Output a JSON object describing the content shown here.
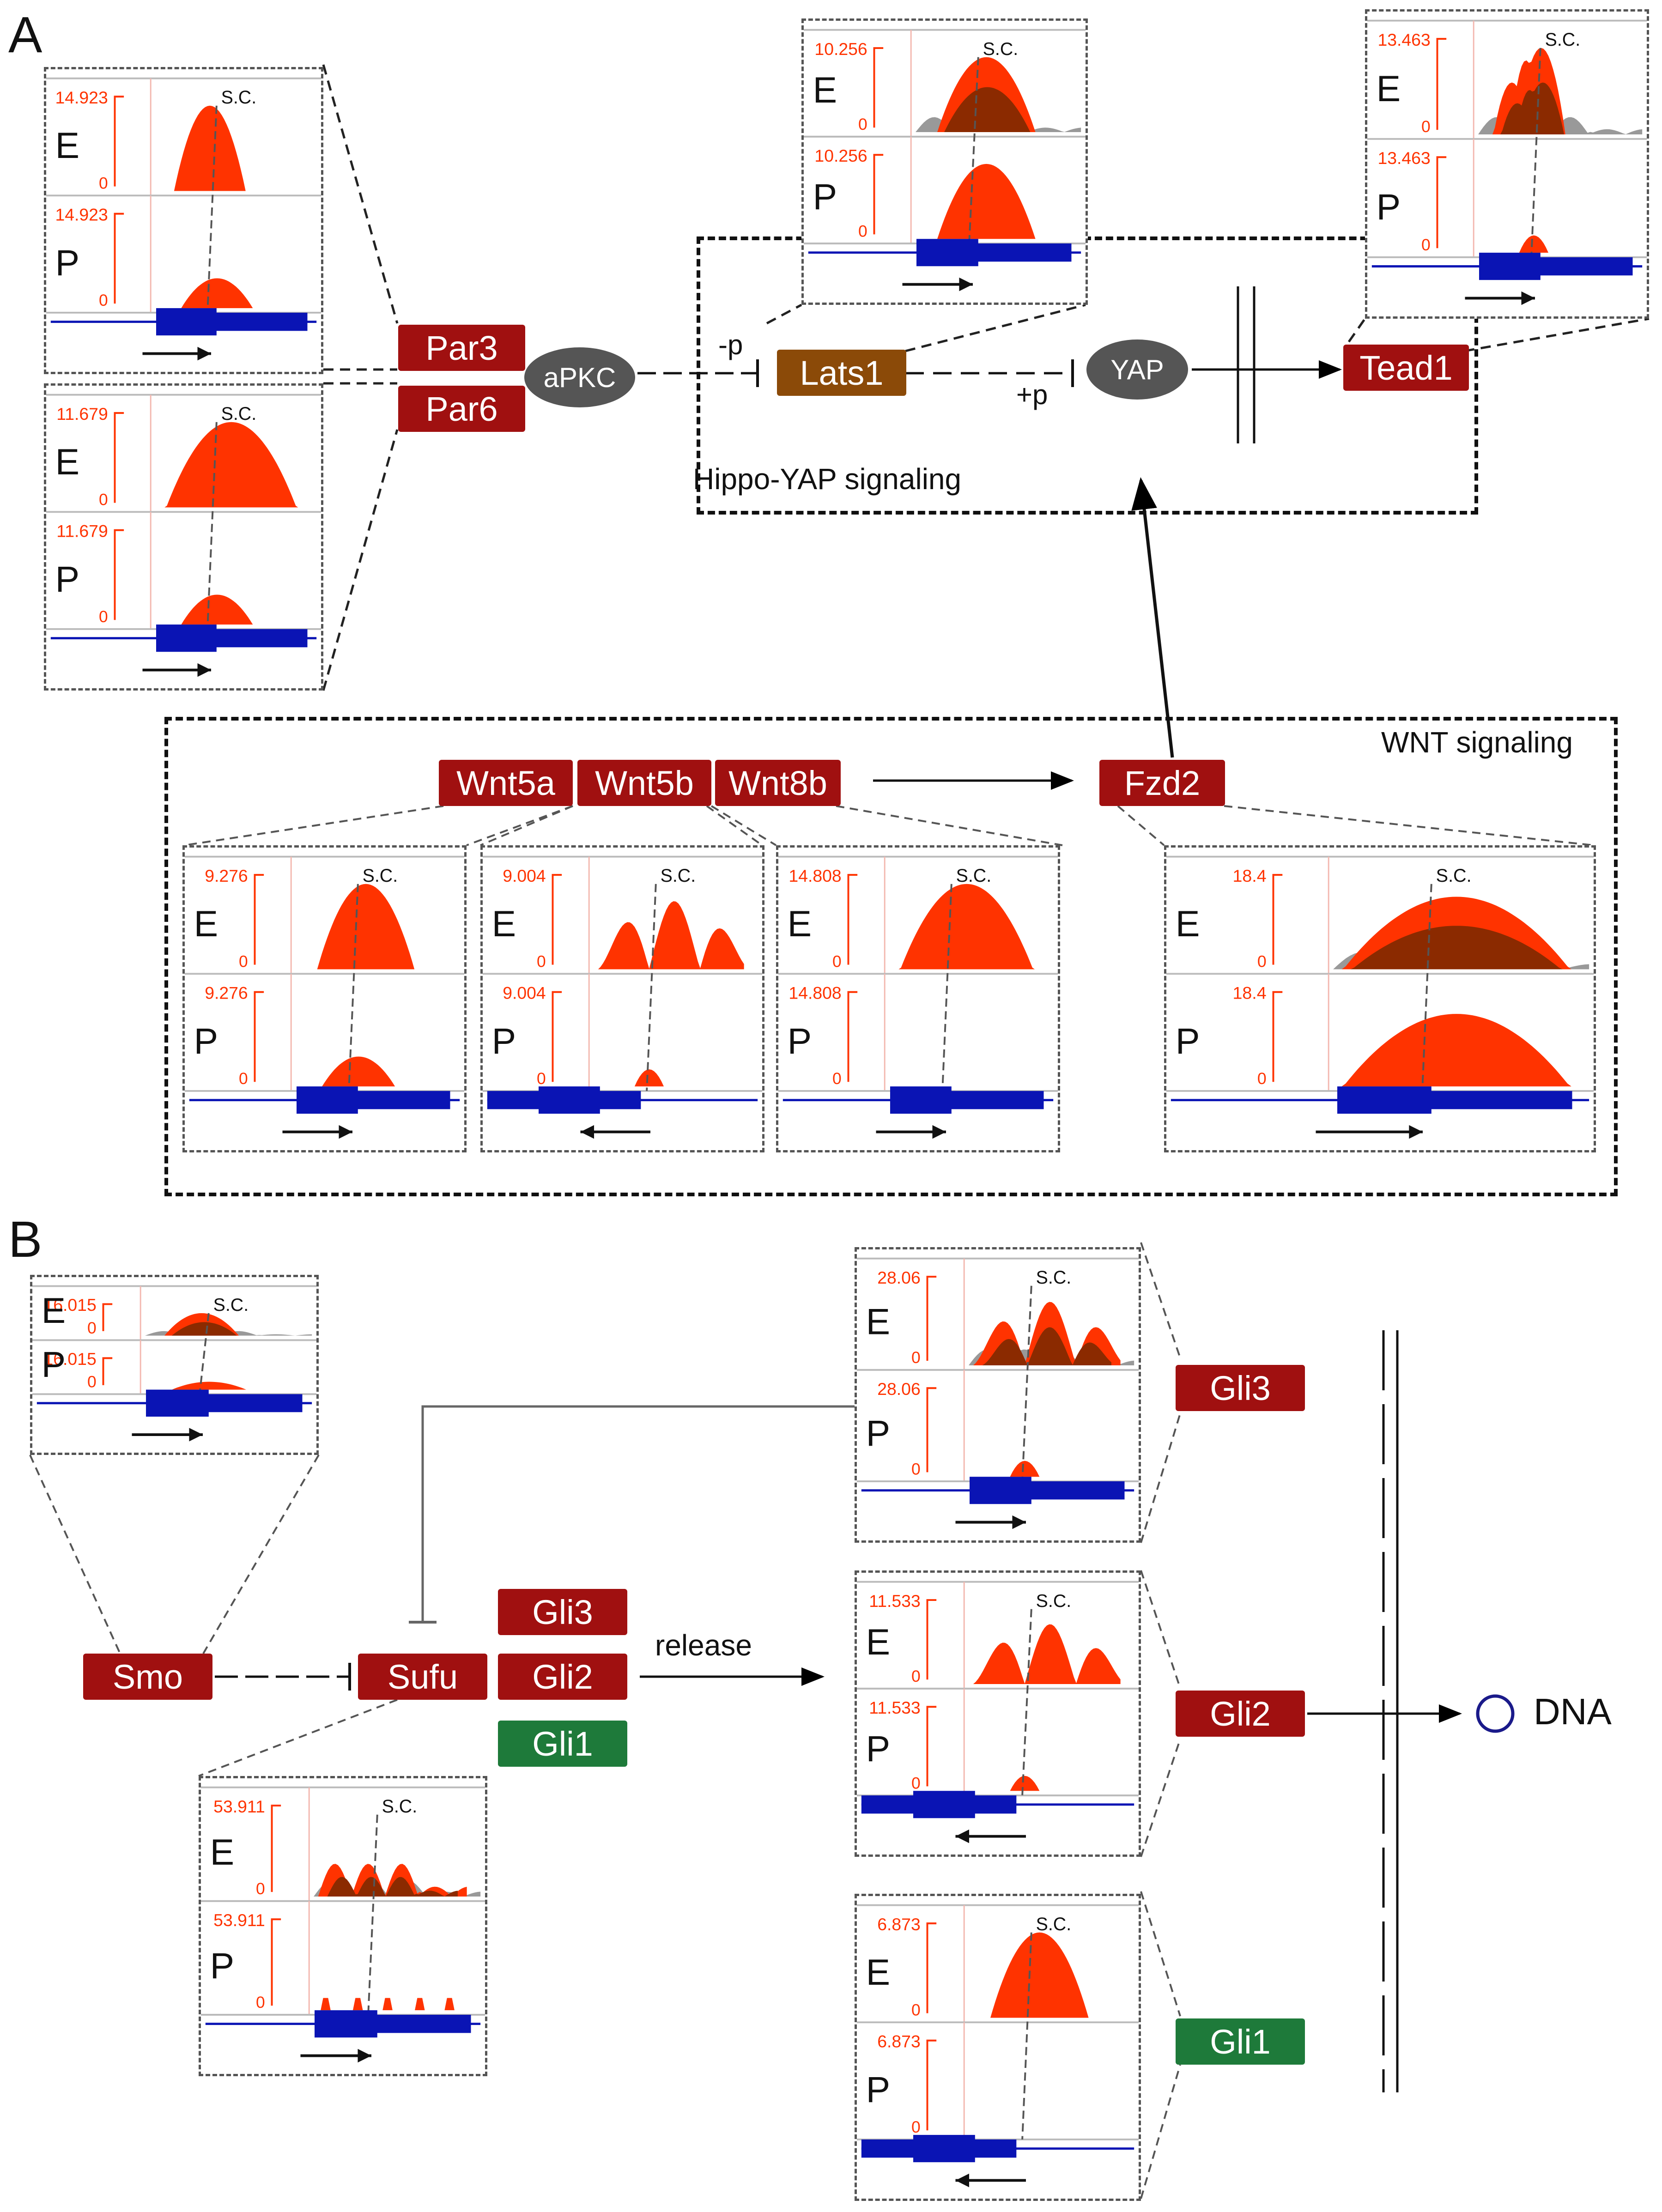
{
  "panel_labels": {
    "a": "A",
    "b": "B"
  },
  "groups": {
    "hippo": "Hippo-YAP signaling",
    "wnt": "WNT signaling"
  },
  "nodes": {
    "par3": "Par3",
    "par6": "Par6",
    "apkc": "aPKC",
    "lats1": "Lats1",
    "yap": "YAP",
    "tead1": "Tead1",
    "wnt5a": "Wnt5a",
    "wnt5b": "Wnt5b",
    "wnt8b": "Wnt8b",
    "fzd2": "Fzd2",
    "smo": "Smo",
    "sufu": "Sufu",
    "gli3": "Gli3",
    "gli2": "Gli2",
    "gli1": "Gli1",
    "gli3_right": "Gli3",
    "gli2_right": "Gli2",
    "gli1_right": "Gli1",
    "dna": "DNA"
  },
  "edge_labels": {
    "minus_p": "-p",
    "plus_p": "+p",
    "release": "release"
  },
  "track_labels": {
    "e": "E",
    "p": "P",
    "sc": "S.C."
  },
  "tracks": {
    "par3": {
      "max": "14.923",
      "zero": "0"
    },
    "par6": {
      "max": "11.679",
      "zero": "0"
    },
    "lats1": {
      "max": "10.256",
      "zero": "0"
    },
    "tead1": {
      "max": "13.463",
      "zero": "0"
    },
    "wnt5a": {
      "max": "9.276",
      "zero": "0"
    },
    "wnt5b": {
      "max": "9.004",
      "zero": "0"
    },
    "wnt8b": {
      "max": "14.808",
      "zero": "0"
    },
    "fzd2": {
      "max": "18.4",
      "zero": "0"
    },
    "smo": {
      "max": "16.015",
      "zero": "0"
    },
    "sufu": {
      "max": "53.911",
      "zero": "0"
    },
    "gli3": {
      "max": "28.06",
      "zero": "0"
    },
    "gli2": {
      "max": "11.533",
      "zero": "0"
    },
    "gli1": {
      "max": "6.873",
      "zero": "0"
    }
  },
  "colors": {
    "gene_red": "#a01010",
    "gene_green": "#1e7a3a",
    "gene_brown": "#8b4a08",
    "peak": "#ff3300",
    "peak_dark": "#8b2a00",
    "gene_model": "#0a14b4"
  }
}
